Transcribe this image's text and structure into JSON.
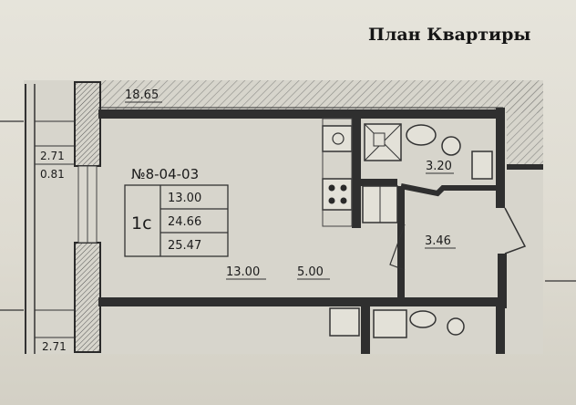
{
  "page": {
    "title": "План Квартиры"
  },
  "plan": {
    "apartment_number": "№8-04-03",
    "apartment_type": "1с",
    "areas": [
      "13.00",
      "24.66",
      "25.47"
    ],
    "rooms": {
      "living_area": "13.00",
      "kitchen_area": "5.00",
      "bathroom_area": "3.20",
      "hall_area": "3.46",
      "balcony_area": "18.65"
    },
    "left_dimensions": {
      "top": "2.71",
      "middle": "0.81",
      "bottom": "2.71"
    }
  },
  "colors": {
    "wall": "#2a2a2a",
    "paper": "#e3e1d8",
    "line": "#3a3a3a"
  }
}
